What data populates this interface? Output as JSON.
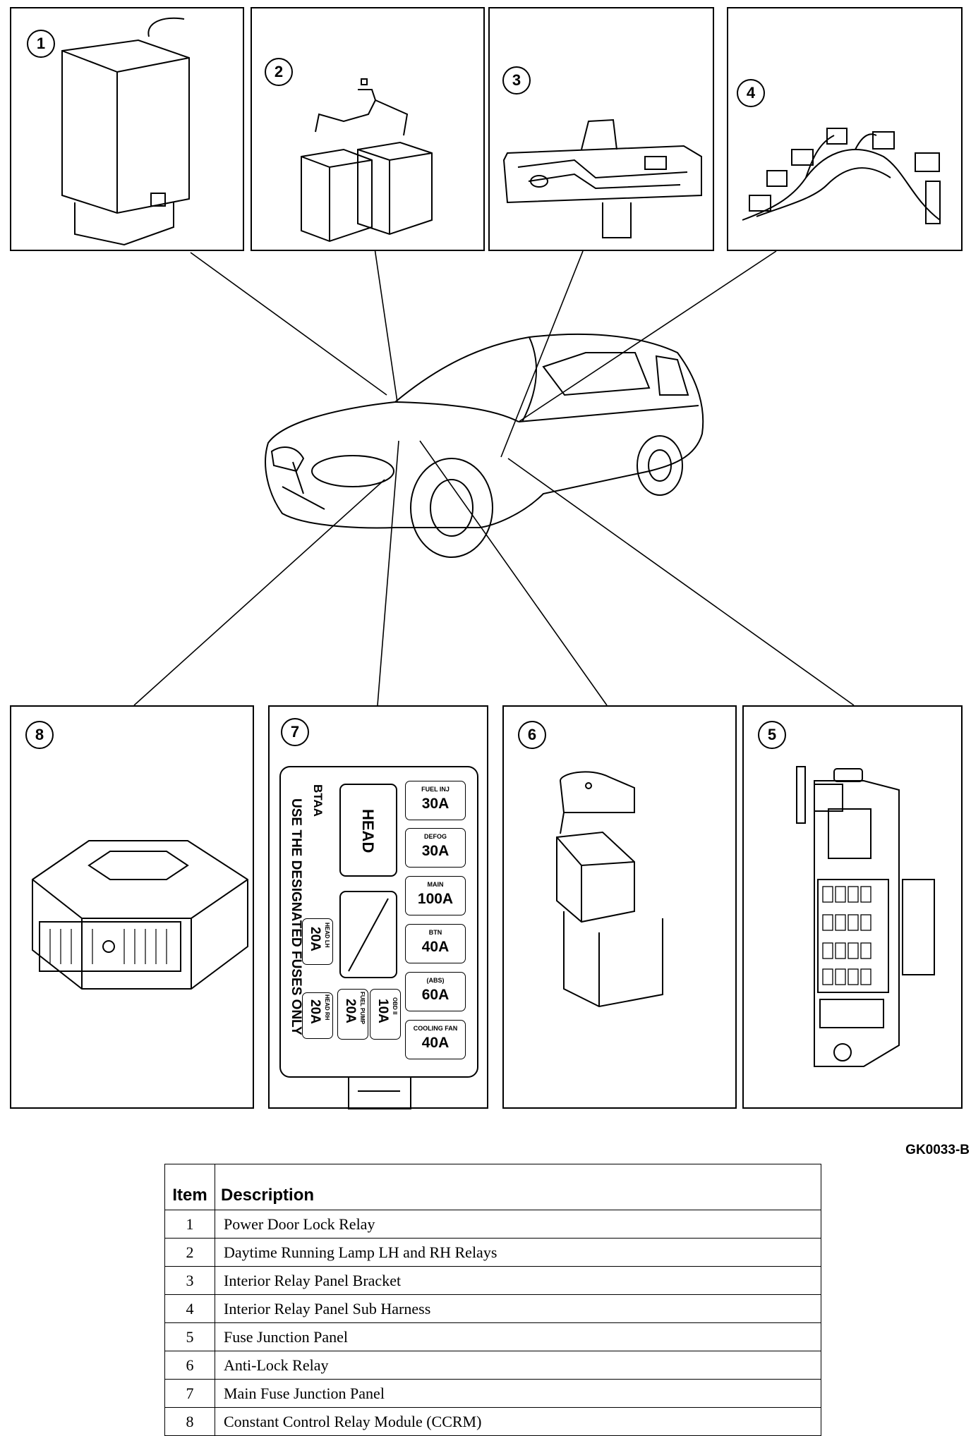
{
  "figure_ref": "GK0033-B",
  "panels": [
    {
      "num": "1"
    },
    {
      "num": "2"
    },
    {
      "num": "3"
    },
    {
      "num": "4"
    },
    {
      "num": "8"
    },
    {
      "num": "7"
    },
    {
      "num": "6"
    },
    {
      "num": "5"
    }
  ],
  "fuse_box": {
    "code": "BTAA",
    "notice": "USE THE DESIGNATED FUSES ONLY",
    "head": "HEAD",
    "fuses_right": [
      {
        "name": "FUEL INJ",
        "rating": "30A"
      },
      {
        "name": "DEFOG",
        "rating": "30A"
      },
      {
        "name": "MAIN",
        "rating": "100A"
      },
      {
        "name": "BTN",
        "rating": "40A"
      },
      {
        "name": "(ABS)",
        "rating": "60A"
      },
      {
        "name": "COOLING FAN",
        "rating": "40A"
      }
    ],
    "fuses_left": [
      {
        "name": "HEAD LH",
        "rating": "20A"
      },
      {
        "name": "HEAD RH",
        "rating": "20A"
      },
      {
        "name": "FUEL PUMP",
        "rating": "20A"
      },
      {
        "name": "OBD II",
        "rating": "10A"
      }
    ]
  },
  "table": {
    "headers": {
      "item": "Item",
      "description": "Description"
    },
    "rows": [
      {
        "item": "1",
        "description": "Power Door Lock Relay"
      },
      {
        "item": "2",
        "description": "Daytime Running Lamp LH and RH Relays"
      },
      {
        "item": "3",
        "description": "Interior Relay Panel Bracket"
      },
      {
        "item": "4",
        "description": "Interior Relay Panel Sub Harness"
      },
      {
        "item": "5",
        "description": "Fuse Junction Panel"
      },
      {
        "item": "6",
        "description": "Anti-Lock Relay"
      },
      {
        "item": "7",
        "description": "Main Fuse Junction Panel"
      },
      {
        "item": "8",
        "description": "Constant Control Relay Module (CCRM)"
      }
    ]
  }
}
